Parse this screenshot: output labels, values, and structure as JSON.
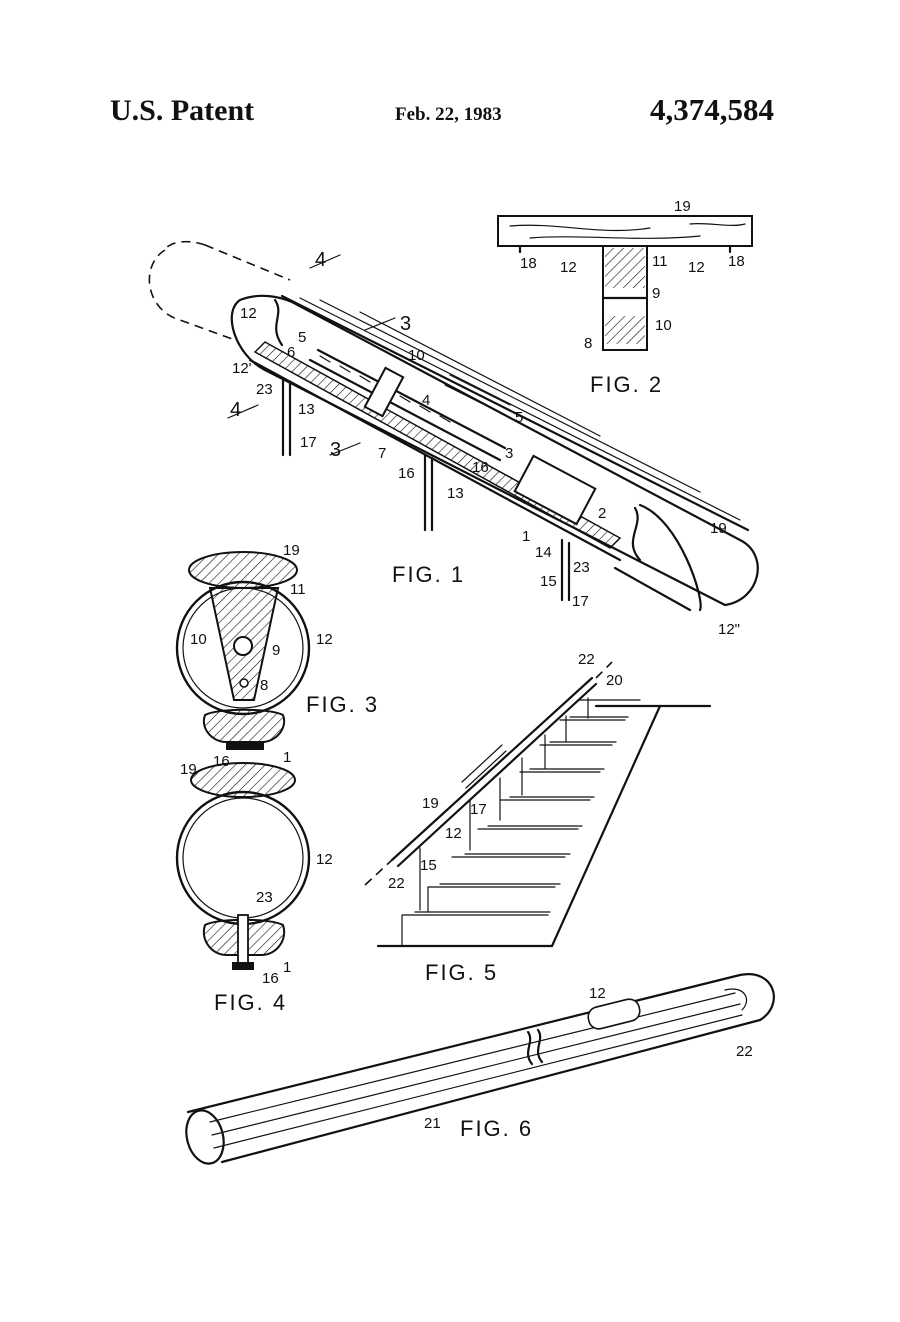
{
  "header": {
    "left": "U.S. Patent",
    "date": "Feb. 22, 1983",
    "number": "4,374,584"
  },
  "figures": {
    "fig1": "FIG. 1",
    "fig2": "FIG. 2",
    "fig3": "FIG. 3",
    "fig4": "FIG. 4",
    "fig5": "FIG. 5",
    "fig6": "FIG. 6"
  },
  "refs": {
    "fig1": [
      "4",
      "3",
      "12",
      "5",
      "6",
      "10",
      "12'",
      "23",
      "4",
      "13",
      "3",
      "4",
      "17",
      "7",
      "16",
      "13",
      "5",
      "16",
      "3",
      "2",
      "1",
      "14",
      "23",
      "15",
      "17",
      "19",
      "12\""
    ],
    "fig2": [
      "19",
      "18",
      "12",
      "11",
      "12",
      "18",
      "9",
      "10",
      "8"
    ],
    "fig3": [
      "19",
      "11",
      "10",
      "9",
      "12",
      "8",
      "16",
      "1"
    ],
    "fig4": [
      "19",
      "12",
      "23",
      "16",
      "1"
    ],
    "fig5": [
      "22",
      "20",
      "19",
      "17",
      "12",
      "15",
      "22"
    ],
    "fig6": [
      "12",
      "22",
      "21"
    ]
  },
  "colors": {
    "ink": "#111111",
    "paper": "#ffffff"
  }
}
